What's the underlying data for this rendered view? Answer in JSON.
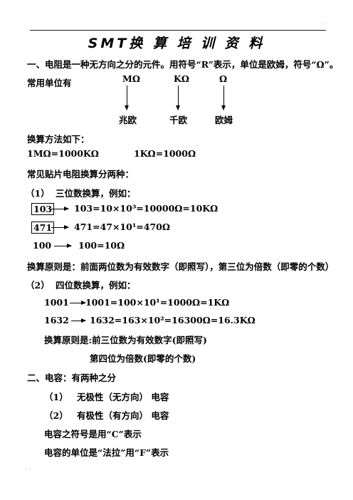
{
  "title": "SMT换 算 培 训 资 料",
  "s1": {
    "heading": "一、电阻是一种无方向之分的元件。用符号“R”表示，单位是欧姆，符号“Ω”。",
    "units_label": "常用单位有",
    "units": [
      {
        "symbol": "MΩ",
        "name": "兆欧"
      },
      {
        "symbol": "KΩ",
        "name": "千欧"
      },
      {
        "symbol": "Ω",
        "name": "欧姆"
      }
    ],
    "method_label": "换算方法如下：",
    "conv1": "1MΩ=1000KΩ",
    "conv2": "1KΩ=1000Ω",
    "smd_intro": "常见贴片电阻换算分两种：",
    "three_digit": {
      "index": "（1）",
      "title": "三位数换算，例如：",
      "examples": [
        {
          "code": "103",
          "boxed": true,
          "formula": "103=10×10³=10000Ω=10KΩ"
        },
        {
          "code": "471",
          "boxed": true,
          "formula": "471=47×10¹=470Ω"
        },
        {
          "code": "100",
          "boxed": false,
          "formula": "100=10Ω"
        }
      ],
      "principle": "换算原则是：前面两位数为有效数字（即照写），第三位为倍数（即零的个数）"
    },
    "four_digit": {
      "index": "（2）",
      "title": "四位数换算，例如：",
      "examples": [
        {
          "code": "1001",
          "formula": "1001=100×10¹=1000Ω=1KΩ"
        },
        {
          "code": "1632",
          "formula": "1632=163×10²=16300Ω=16.3KΩ"
        }
      ],
      "principle_1": "换算原则是:前三位数为有效数字(即照写)",
      "principle_2": "第四位为倍数(即零的个数)"
    }
  },
  "s2": {
    "heading": "二、电容：有两种之分",
    "types": [
      {
        "index": "（1）",
        "label": "无极性（无方向） 电容"
      },
      {
        "index": "（2）",
        "label": "有极性（有方向）  电容"
      }
    ],
    "symbol_note": "电容之符号是用“C”表示",
    "unit_note": "电容的单位是“法拉”用“F”表示"
  },
  "decor": {
    "top_dots": "· ·",
    "bottom_dots": "· ·"
  }
}
